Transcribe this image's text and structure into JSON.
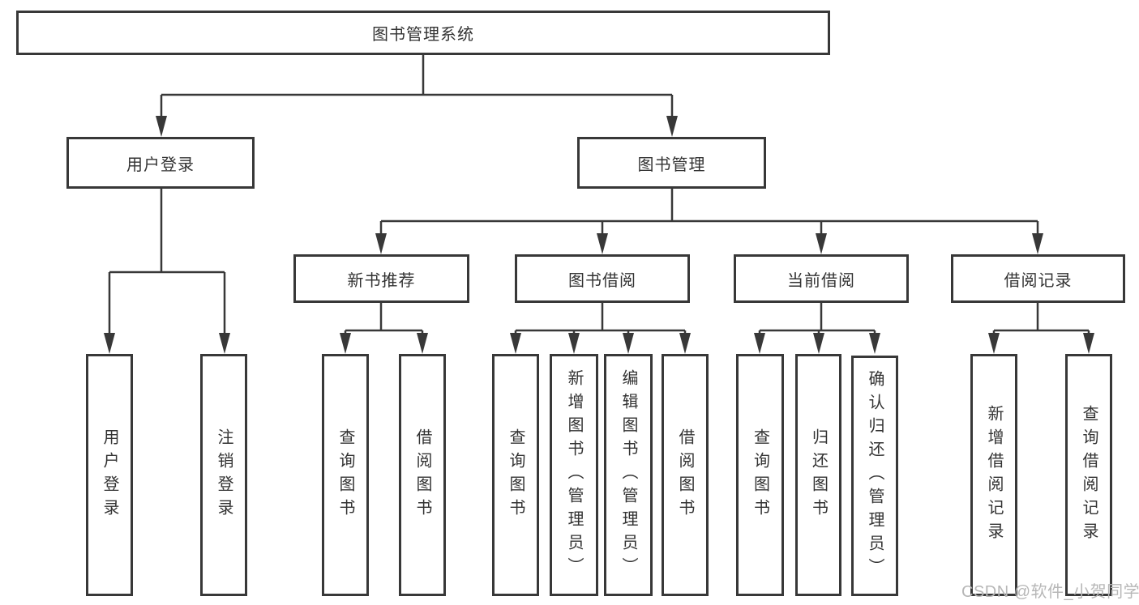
{
  "diagram": {
    "root": "图书管理系统",
    "level2": [
      "用户登录",
      "图书管理"
    ],
    "level3": [
      "新书推荐",
      "图书借阅",
      "当前借阅",
      "借阅记录"
    ],
    "leaves": {
      "user_login": [
        "用户登录",
        "注销登录"
      ],
      "new_book_rec": [
        "查询图书",
        "借阅图书"
      ],
      "book_borrow": [
        "查询图书",
        "新增图书（管理员）",
        "编辑图书（管理员）",
        "借阅图书"
      ],
      "current_borrow": [
        "查询图书",
        "归还图书",
        "确认归还（管理员）"
      ],
      "borrow_records": [
        "新增借阅记录",
        "查询借阅记录"
      ]
    }
  },
  "watermark": {
    "text": "CSDN @软件_小贺同学"
  },
  "colors": {
    "line": "#383838",
    "text": "#333333",
    "box_bg": "#ffffff",
    "watermark": "#b7b7b7"
  }
}
